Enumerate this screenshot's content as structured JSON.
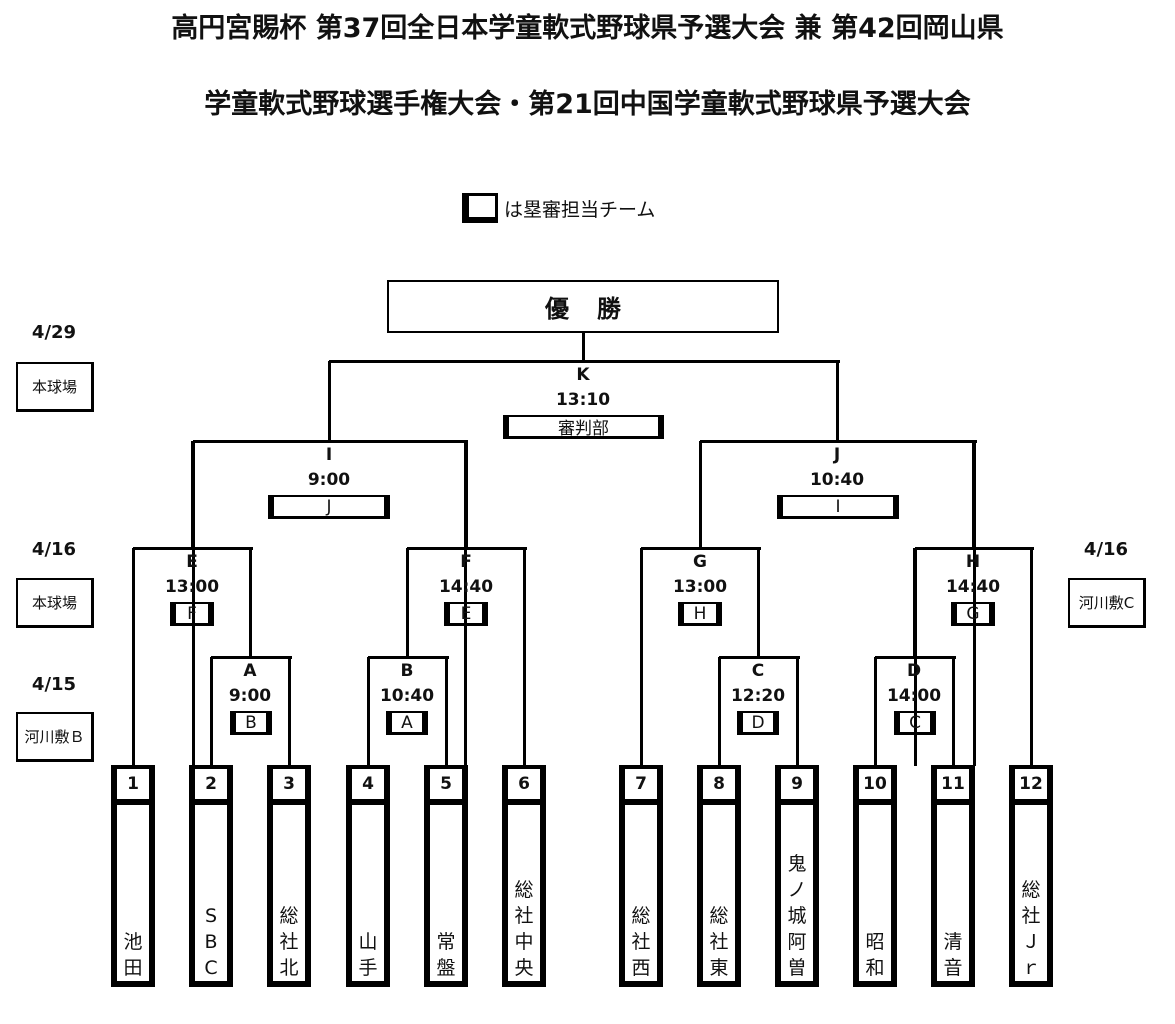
{
  "title": {
    "line1": "高円宮賜杯 第37回全日本学童軟式野球県予選大会 兼 第42回岡山県",
    "line2": "学童軟式野球選手権大会・第21回中国学童軟式野球県予選大会"
  },
  "legend": {
    "text": "は塁審担当チーム"
  },
  "champion": {
    "label": "優勝"
  },
  "schedule": {
    "left": [
      {
        "date": "4/29",
        "venue": "本球場"
      },
      {
        "date": "4/16",
        "venue": "本球場"
      },
      {
        "date": "4/15",
        "venue": "河川敷Ｂ"
      }
    ],
    "right": [
      {
        "date": "4/16",
        "venue": "河川敷C"
      }
    ]
  },
  "matches": {
    "K": {
      "label": "K",
      "time": "13:10",
      "umpire": "審判部"
    },
    "I": {
      "label": "I",
      "time": "9:00",
      "umpire": "J"
    },
    "J": {
      "label": "J",
      "time": "10:40",
      "umpire": "I"
    },
    "E": {
      "label": "E",
      "time": "13:00",
      "umpire": "F"
    },
    "F": {
      "label": "F",
      "time": "14:40",
      "umpire": "E"
    },
    "G": {
      "label": "G",
      "time": "13:00",
      "umpire": "H"
    },
    "H": {
      "label": "H",
      "time": "14:40",
      "umpire": "G"
    },
    "A": {
      "label": "A",
      "time": "9:00",
      "umpire": "B"
    },
    "B": {
      "label": "B",
      "time": "10:40",
      "umpire": "A"
    },
    "C": {
      "label": "C",
      "time": "12:20",
      "umpire": "D"
    },
    "D": {
      "label": "D",
      "time": "14:00",
      "umpire": "C"
    }
  },
  "teams": [
    {
      "num": "1",
      "name": [
        "池",
        "田"
      ]
    },
    {
      "num": "2",
      "name": [
        "S",
        "B",
        "C"
      ]
    },
    {
      "num": "3",
      "name": [
        "総",
        "社",
        "北"
      ]
    },
    {
      "num": "4",
      "name": [
        "山",
        "手"
      ]
    },
    {
      "num": "5",
      "name": [
        "常",
        "盤"
      ]
    },
    {
      "num": "6",
      "name": [
        "総",
        "社",
        "中",
        "央"
      ]
    },
    {
      "num": "7",
      "name": [
        "総",
        "社",
        "西"
      ]
    },
    {
      "num": "8",
      "name": [
        "総",
        "社",
        "東"
      ]
    },
    {
      "num": "9",
      "name": [
        "鬼",
        "ノ",
        "城",
        "阿",
        "曽"
      ]
    },
    {
      "num": "10",
      "name": [
        "昭",
        "和"
      ]
    },
    {
      "num": "11",
      "name": [
        "清",
        "音"
      ]
    },
    {
      "num": "12",
      "name": [
        "総",
        "社",
        "Ｊ",
        "ｒ"
      ]
    }
  ]
}
